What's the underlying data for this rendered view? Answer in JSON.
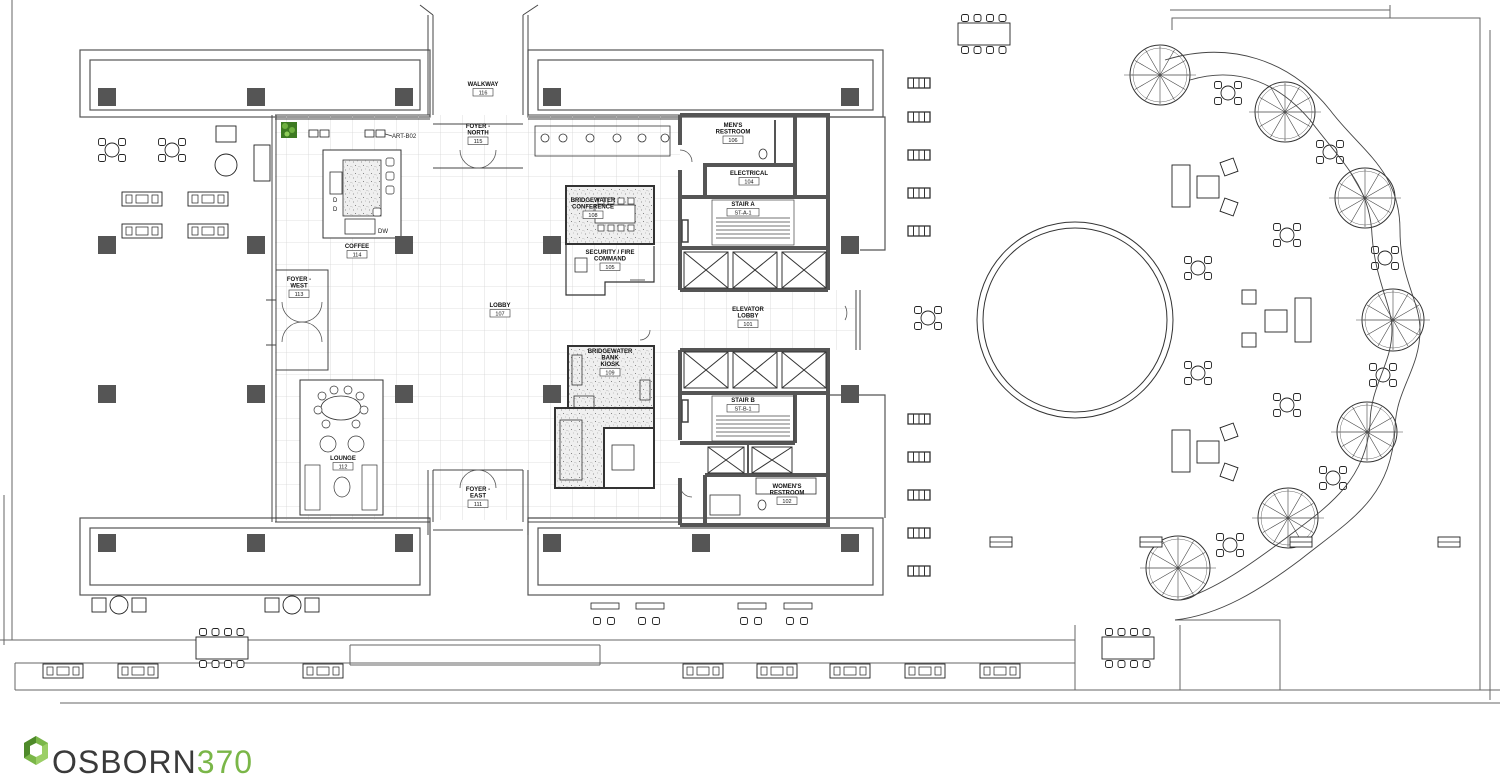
{
  "rooms": [
    {
      "id": "walkway",
      "name": [
        "WALKWAY"
      ],
      "number": "116"
    },
    {
      "id": "foyer-north",
      "name": [
        "FOYER -",
        "NORTH"
      ],
      "number": "115"
    },
    {
      "id": "mens",
      "name": [
        "MEN'S",
        "RESTROOM"
      ],
      "number": "106"
    },
    {
      "id": "electrical",
      "name": [
        "ELECTRICAL"
      ],
      "number": "104"
    },
    {
      "id": "stair-a",
      "name": [
        "STAIR A"
      ],
      "number": "ST-A-1"
    },
    {
      "id": "conference",
      "name": [
        "BRIDGEWATER",
        "CONFERENCE"
      ],
      "number": "108"
    },
    {
      "id": "security",
      "name": [
        "SECURITY / FIRE",
        "COMMAND"
      ],
      "number": "105"
    },
    {
      "id": "coffee",
      "name": [
        "COFFEE"
      ],
      "number": "114"
    },
    {
      "id": "foyer-west",
      "name": [
        "FOYER -",
        "WEST"
      ],
      "number": "113"
    },
    {
      "id": "lobby",
      "name": [
        "LOBBY"
      ],
      "number": "107"
    },
    {
      "id": "elevator-lobby",
      "name": [
        "ELEVATOR",
        "LOBBY"
      ],
      "number": "101"
    },
    {
      "id": "kiosk",
      "name": [
        "BRIDGEWATER",
        "BANK",
        "KIOSK"
      ],
      "number": "109"
    },
    {
      "id": "stair-b",
      "name": [
        "STAIR B"
      ],
      "number": "ST-B-1"
    },
    {
      "id": "lounge",
      "name": [
        "LOUNGE"
      ],
      "number": "112"
    },
    {
      "id": "foyer-east",
      "name": [
        "FOYER -",
        "EAST"
      ],
      "number": "111"
    },
    {
      "id": "womens",
      "name": [
        "WOMEN'S",
        "RESTROOM"
      ],
      "number": "102"
    }
  ],
  "tags": {
    "art": "ART-B02",
    "dw": "DW"
  },
  "brand": {
    "name_part1": "OSBORN",
    "name_part2": "370",
    "dark": "#3a3a3a",
    "green": "#7ab648",
    "green_dark": "#4e8a2a"
  },
  "colors": {
    "wall": "#555555",
    "line": "#222222",
    "grid": "#d4d4d4",
    "column": "#555555"
  }
}
